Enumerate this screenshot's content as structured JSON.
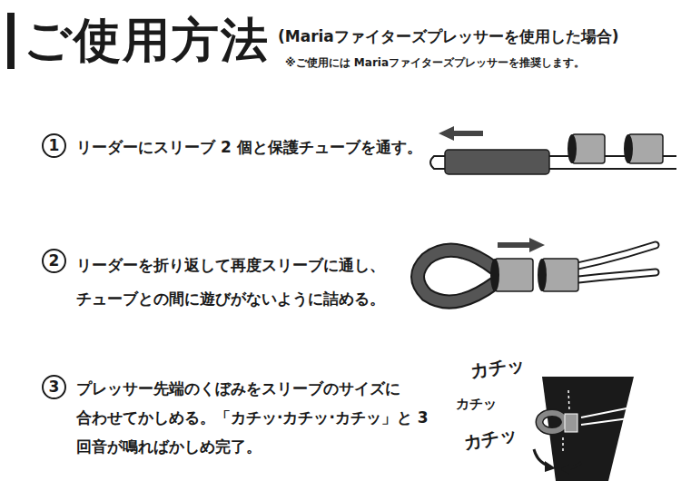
{
  "diagram": {
    "title": "ご使用方法",
    "nodes": [
      {
        "text": [
          "1"
        ]
      },
      {
        "text": [
          "2"
        ]
      },
      {
        "text": [
          "3"
        ]
      }
    ],
    "labels": [
      "(Mariaファイターズプレッサーを使用した場合)",
      "※ご使用には Mariaファイターズプレッサーを推奨します。",
      "リーダーにスリーブ 2 個と保護チューブを通す。",
      "リーダーを折り返して再度スリーブに通し、 チューブとの間に遊びがないように詰める。",
      "プレッサー先端のくぼみをスリーブのサイズに 合わせてかしめる。「カチッ·カチッ·カチッ」と 3 回音が鳴ればかしめ完了。",
      "カチッ",
      "カチッ",
      "カチッ"
    ]
  }
}
